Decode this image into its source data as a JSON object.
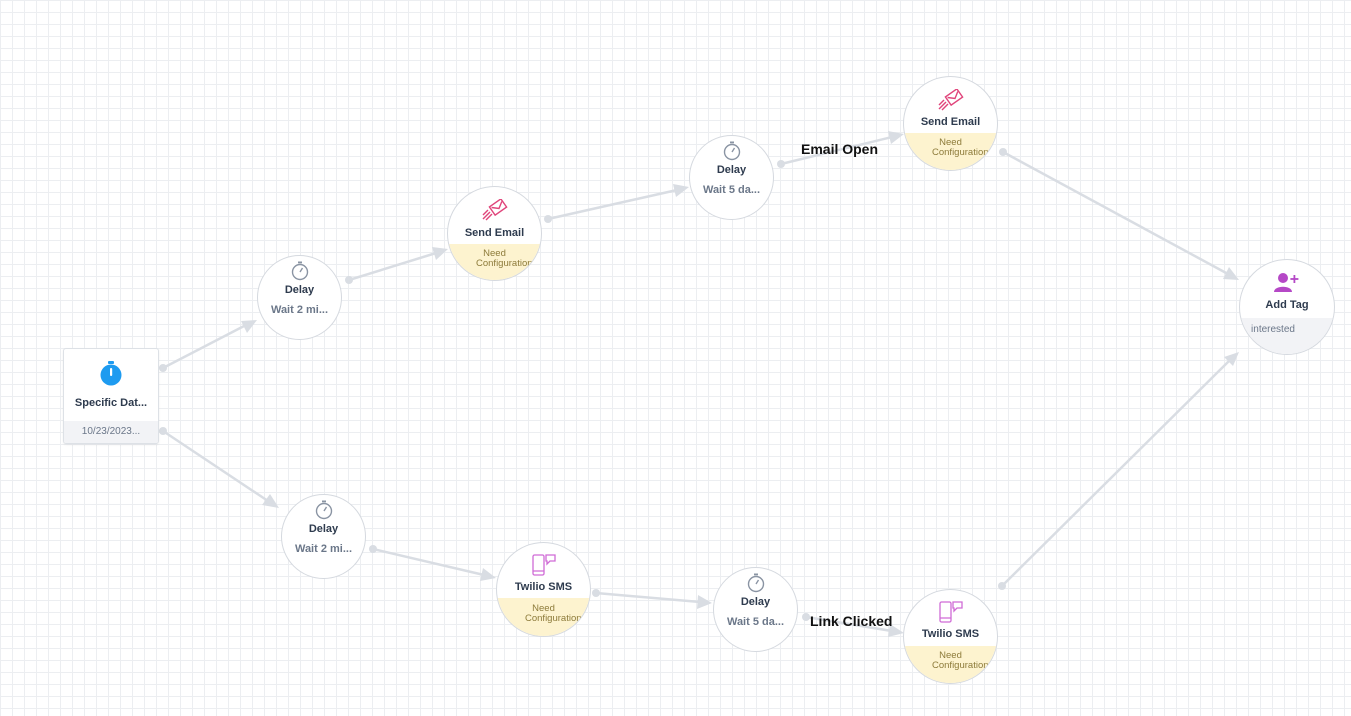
{
  "colors": {
    "edge": "#d9dde3",
    "trigger_icon": "#1e9bf0",
    "email_icon": "#e0457b",
    "sms_icon": "#d06bd6",
    "tag_icon": "#b548c6",
    "delay_icon": "#8a94a3",
    "need_config_bg": "#fdf3cf"
  },
  "trigger": {
    "icon": "stopwatch-icon",
    "title": "Specific Dat...",
    "value": "10/23/2023..."
  },
  "nodes": {
    "delay_top": {
      "icon": "timer-icon",
      "title": "Delay",
      "sub": "Wait  2 mi..."
    },
    "email_1": {
      "icon": "send-email-icon",
      "title": "Send Email",
      "status": "Need Configuration"
    },
    "delay_top_2": {
      "icon": "timer-icon",
      "title": "Delay",
      "sub": "Wait  5 da..."
    },
    "email_2": {
      "icon": "send-email-icon",
      "title": "Send Email",
      "status": "Need Configuration"
    },
    "add_tag": {
      "icon": "add-user-icon",
      "title": "Add Tag",
      "value": "interested"
    },
    "delay_bottom": {
      "icon": "timer-icon",
      "title": "Delay",
      "sub": "Wait  2 mi..."
    },
    "sms_1": {
      "icon": "phone-message-icon",
      "title": "Twilio SMS",
      "status": "Need Configuration"
    },
    "delay_bottom_2": {
      "icon": "timer-icon",
      "title": "Delay",
      "sub": "Wait  5 da..."
    },
    "sms_2": {
      "icon": "phone-message-icon",
      "title": "Twilio SMS",
      "status": "Need Configuration"
    }
  },
  "edge_labels": {
    "email_open": "Email Open",
    "link_clicked": "Link Clicked"
  }
}
